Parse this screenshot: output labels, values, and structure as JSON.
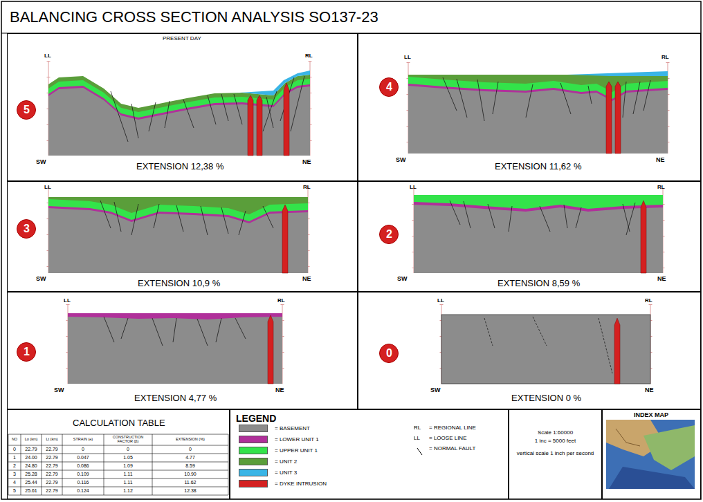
{
  "diagram": {
    "title": "BALANCING CROSS SECTION ANALYSIS SO137-23",
    "nodes": [
      {
        "text": [
          "EXTENSION 12,38 %"
        ]
      },
      {
        "text": [
          "5"
        ],
        "in": 0
      },
      {
        "text": [
          "EXTENSION 11,62 %"
        ]
      },
      {
        "text": [
          "4"
        ],
        "in": 2
      },
      {
        "text": [
          "EXTENSION 10,9 %"
        ]
      },
      {
        "text": [
          "3"
        ],
        "in": 4
      },
      {
        "text": [
          "EXTENSION 8,59 %"
        ]
      },
      {
        "text": [
          "2"
        ],
        "in": 6
      },
      {
        "text": [
          "EXTENSION 4,77 %"
        ]
      },
      {
        "text": [
          "1"
        ],
        "in": 8
      },
      {
        "text": [
          "EXTENSION 0 %"
        ]
      },
      {
        "text": [
          "0"
        ],
        "in": 10
      },
      {
        "text": [
          "CALCULATION TABLE"
        ]
      },
      {
        "text": [
          "LEGEND"
        ]
      },
      {
        "text": [
          "Scale 1:60000",
          "1 inc = 5000 feet",
          "vertical scale 1 inch per second"
        ]
      },
      {
        "text": [
          "INDEX MAP"
        ]
      }
    ],
    "labels": [
      "PRESENT DAY",
      "LL",
      "RL",
      "SW",
      "NE",
      "LL",
      "RL",
      "SW",
      "NE",
      "LL",
      "RL",
      "SW",
      "NE",
      "LL",
      "RL",
      "SW",
      "NE",
      "LL",
      "RL",
      "SW",
      "NE",
      "LL",
      "RL",
      "SW",
      "NE",
      "NO",
      "Lo (km)",
      "Lt (km)",
      "STRAIN (e)",
      "CONSTRUCTION FACTOR (β)",
      "EXTENSION (%)",
      "0",
      "22.79",
      "22.79",
      "0",
      "0",
      "0",
      "1",
      "24.00",
      "22.79",
      "0.047",
      "1.05",
      "4.77",
      "2",
      "24.80",
      "22.79",
      "0.086",
      "1.09",
      "8.59",
      "3",
      "25.28",
      "22.79",
      "0.109",
      "1.11",
      "10.90",
      "4",
      "25.44",
      "22.79",
      "0.116",
      "1.11",
      "11.62",
      "5",
      "25.61",
      "22.79",
      "0.124",
      "1.12",
      "12.38",
      "RL",
      "LL"
    ],
    "legend": [
      {
        "text": "= BASEMENT",
        "color": "#8c8c8c"
      },
      {
        "text": "= LOWER UNIT 1",
        "color": "#b0309a"
      },
      {
        "text": "= UPPER UNIT 1",
        "color": "#33e34a"
      },
      {
        "text": "= UNIT 2",
        "color": "#5a9e3a"
      },
      {
        "text": "= UNIT 3",
        "color": "#3ab5e6"
      },
      {
        "text": "= DYKE INTRUSION",
        "color": "#d42020"
      },
      {
        "text": "= REGIONAL LINE"
      },
      {
        "text": "= LOOSE LINE"
      },
      {
        "text": "= NORMAL FAULT"
      }
    ]
  }
}
